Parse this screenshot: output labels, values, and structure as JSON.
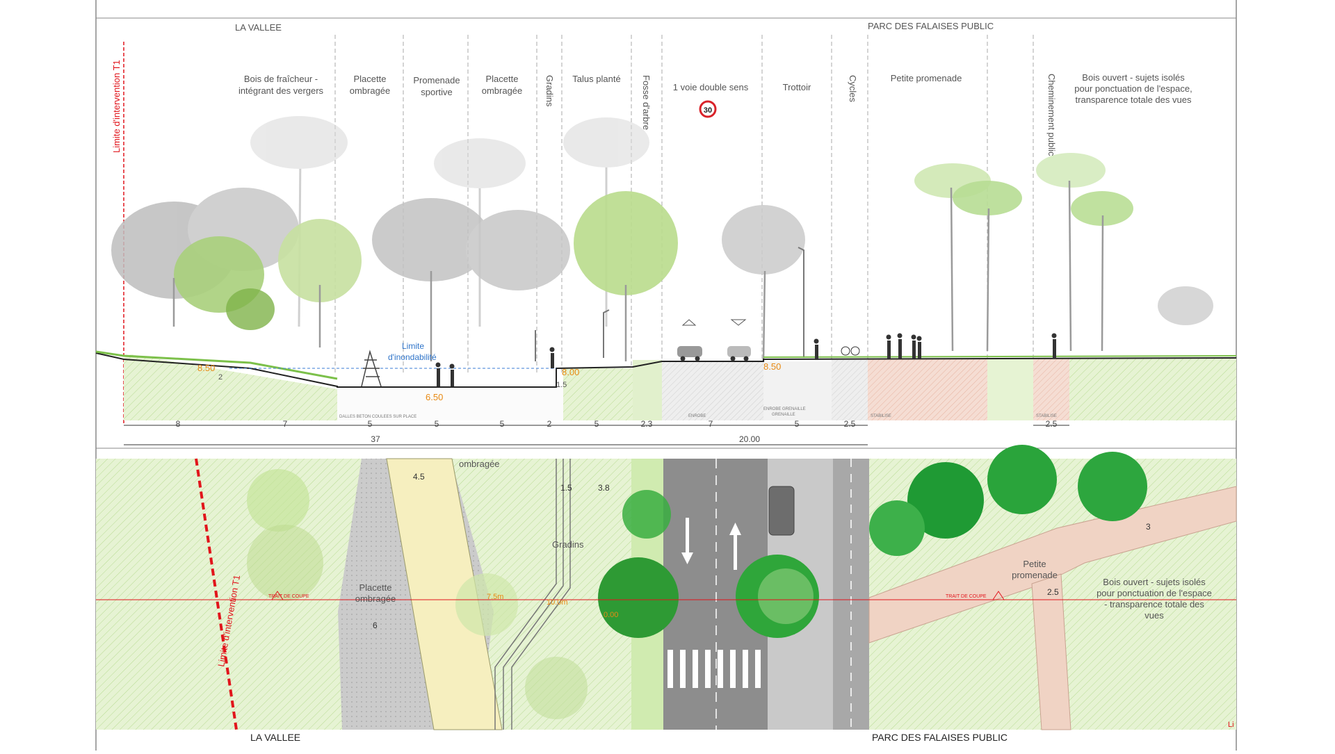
{
  "section": {
    "left_area": "LA VALLEE",
    "right_area": "PARC DES FALAISES PUBLIC",
    "limit_label": "Limite d'intervention T1",
    "zones": [
      {
        "lines": [
          "Bois de fraîcheur -",
          "intégrant des vergers"
        ]
      },
      {
        "lines": [
          "Placette",
          "ombragée"
        ]
      },
      {
        "lines": [
          "Promenade",
          "sportive"
        ]
      },
      {
        "lines": [
          "Placette",
          "ombragée"
        ]
      },
      {
        "lines": [
          "Gradins"
        ]
      },
      {
        "lines": [
          "Talus planté"
        ]
      },
      {
        "lines": [
          "Fosse d'arbre"
        ]
      },
      {
        "lines": [
          "1 voie double sens"
        ]
      },
      {
        "lines": [
          "Trottoir"
        ]
      },
      {
        "lines": [
          "Cycles"
        ]
      },
      {
        "lines": [
          "Petite promenade"
        ]
      },
      {
        "lines": [
          "Cheminement public"
        ]
      },
      {
        "lines": [
          "Bois ouvert - sujets isolés",
          "pour ponctuation de l'espace,",
          "transparence totale des vues"
        ]
      }
    ],
    "speed_sign": "30",
    "flood_limit": [
      "Limite",
      "d'inondabilité"
    ],
    "levels": {
      "left_top": "8.50",
      "left_small": "2",
      "bottom": "6.50",
      "gradins": "8.00",
      "gradins_small": "1.5",
      "road": "8.50"
    },
    "ground_notes": {
      "dalles": "DALLES BETON COULEES SUR PLACE",
      "enrobe1": "ENROBE",
      "enrobe2": "ENROBE GRENAILLE",
      "enrobe3": "GRENAILLE",
      "stab1": "STABILISE",
      "stab2": "STABILISE"
    },
    "dimensions": [
      "8",
      "7",
      "5",
      "5",
      "5",
      "2",
      "5",
      "2.3",
      "7",
      "5",
      "2.5",
      "2.5"
    ],
    "totals": {
      "left": "37",
      "right": "20.00"
    }
  },
  "plan": {
    "left_area": "LA VALLEE",
    "right_area": "PARC DES FALAISES PUBLIC",
    "limit_label": "Limite d'intervention T1",
    "cut_label_left": "TRAIT DE COUPE",
    "cut_label_right": "TRAIT DE COUPE",
    "labels": {
      "ombragee_top": "ombragée",
      "placette": [
        "Placette",
        "ombragée"
      ],
      "gradins": "Gradins",
      "petite_promenade": [
        "Petite",
        "promenade"
      ],
      "bois_ouvert": [
        "Bois ouvert - sujets isolés",
        "pour ponctuation de l'espace",
        "- transparence totale des",
        "vues"
      ]
    },
    "dimensions": {
      "path_width": "4.5",
      "d1": "1.5",
      "d2": "3.8",
      "d3": "6",
      "d4": "2.5",
      "d5": "3"
    },
    "levels": {
      "a": "7.5m",
      "b": "10.0m",
      "c": "0.00"
    },
    "corner_tag": "Li"
  },
  "colors": {
    "grass": "#dcefc0",
    "path_yellow": "#f6efbf",
    "path_pink": "#f0d3c4",
    "road": "#8d8d8d",
    "sidewalk": "#c9c9c9",
    "tree_dark": "#2e9a34",
    "level_orange": "#e88a14",
    "limit_red": "#e1141b"
  }
}
